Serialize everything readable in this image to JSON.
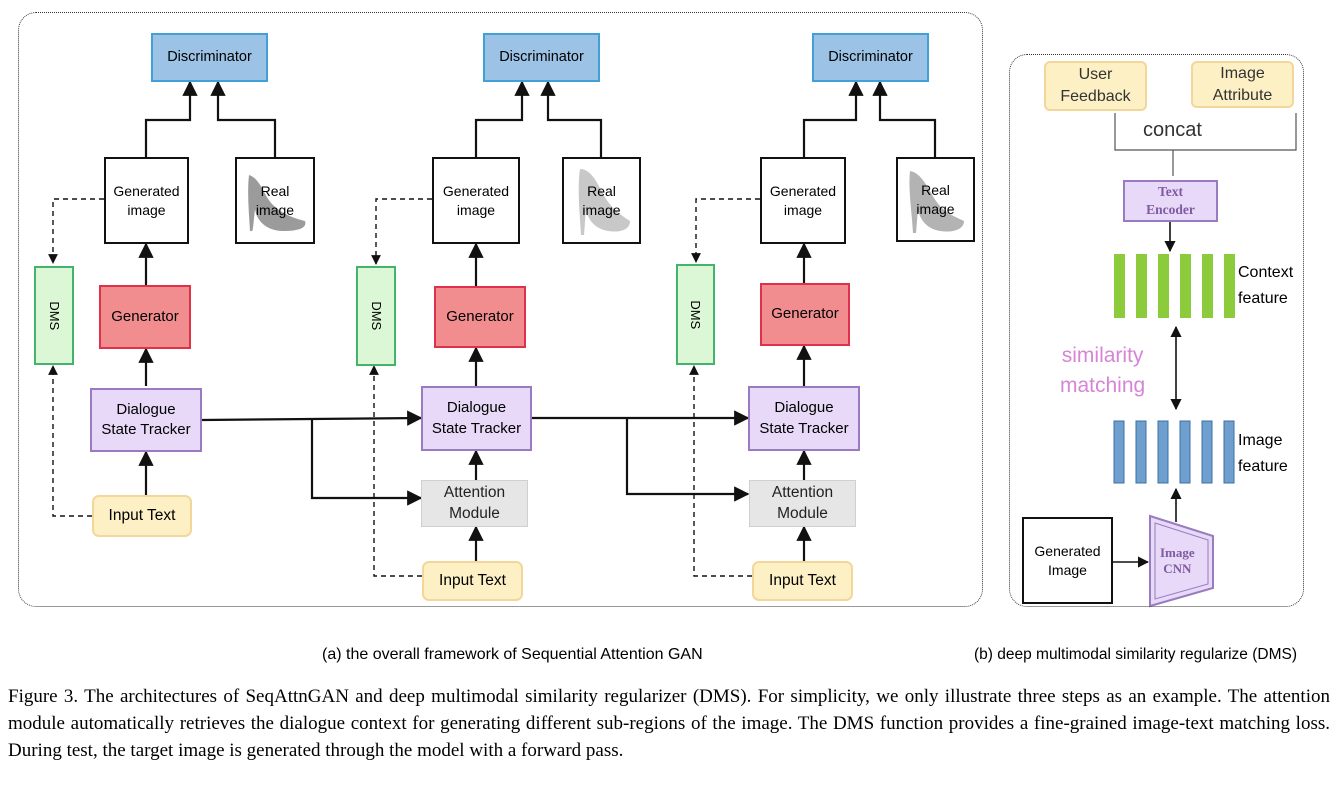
{
  "panel_a": {
    "caption": "(a) the overall framework of Sequential Attention GAN",
    "step1": {
      "discriminator": "Discriminator",
      "generated_image": "Generated\nimage",
      "real_image": "Real\nimage",
      "dms": "DMS",
      "generator": "Generator",
      "tracker": "Dialogue\nState Tracker",
      "input_text": "Input Text"
    },
    "step2": {
      "discriminator": "Discriminator",
      "generated_image": "Generated\nimage",
      "real_image": "Real\nimage",
      "dms": "DMS",
      "generator": "Generator",
      "tracker": "Dialogue\nState Tracker",
      "attention": "Attention\nModule",
      "input_text": "Input Text"
    },
    "step3": {
      "discriminator": "Discriminator",
      "generated_image": "Generated\nimage",
      "real_image": "Real\nimage",
      "dms": "DMS",
      "generator": "Generator",
      "tracker": "Dialogue\nState Tracker",
      "attention": "Attention\nModule",
      "input_text": "Input Text"
    }
  },
  "panel_b": {
    "caption": "(b) deep multimodal similarity regularize (DMS)",
    "user_feedback": "User\nFeedback",
    "image_attribute": "Image\nAttribute",
    "concat": "concat",
    "text_encoder": "Text\nEncoder",
    "context_feature": "Context\nfeature",
    "similarity_matching": "similarity\nmatching",
    "image_feature": "Image\nfeature",
    "generated_image": "Generated\nImage",
    "image_cnn": "Image\nCNN"
  },
  "figure_caption": "Figure 3. The architectures of SeqAttnGAN and deep multimodal similarity regularizer (DMS). For simplicity, we only illustrate three steps as an example. The attention module automatically retrieves the dialogue context for generating different sub-regions of the image. The DMS function provides a fine-grained image-text matching loss. During test, the target image is generated through the model with a forward pass.",
  "colors": {
    "discriminator": "#9cc3e6",
    "generator": "#f28d8f",
    "dms": "#dcf7d5",
    "tracker": "#e7d9f7",
    "input": "#fdf0c4",
    "attention": "#e6e6e6",
    "context_bars": "#8ccc3c",
    "image_bars": "#6f9fcf",
    "similarity_text": "#d685d6"
  }
}
